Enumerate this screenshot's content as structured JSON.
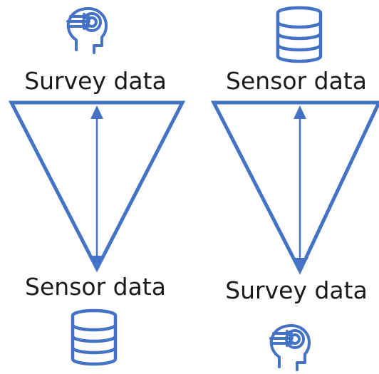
{
  "colors": {
    "accent": "#4472c4",
    "text": "#1a1a1a"
  },
  "panels": [
    {
      "top_label": "Survey data",
      "top_icon": "head-brain-icon",
      "bottom_label": "Sensor data",
      "bottom_icon": "database-icon",
      "arrow_direction": "up"
    },
    {
      "top_label": "Sensor data",
      "top_icon": "database-icon",
      "bottom_label": "Survey data",
      "bottom_icon": "head-brain-icon",
      "arrow_direction": "up"
    }
  ]
}
